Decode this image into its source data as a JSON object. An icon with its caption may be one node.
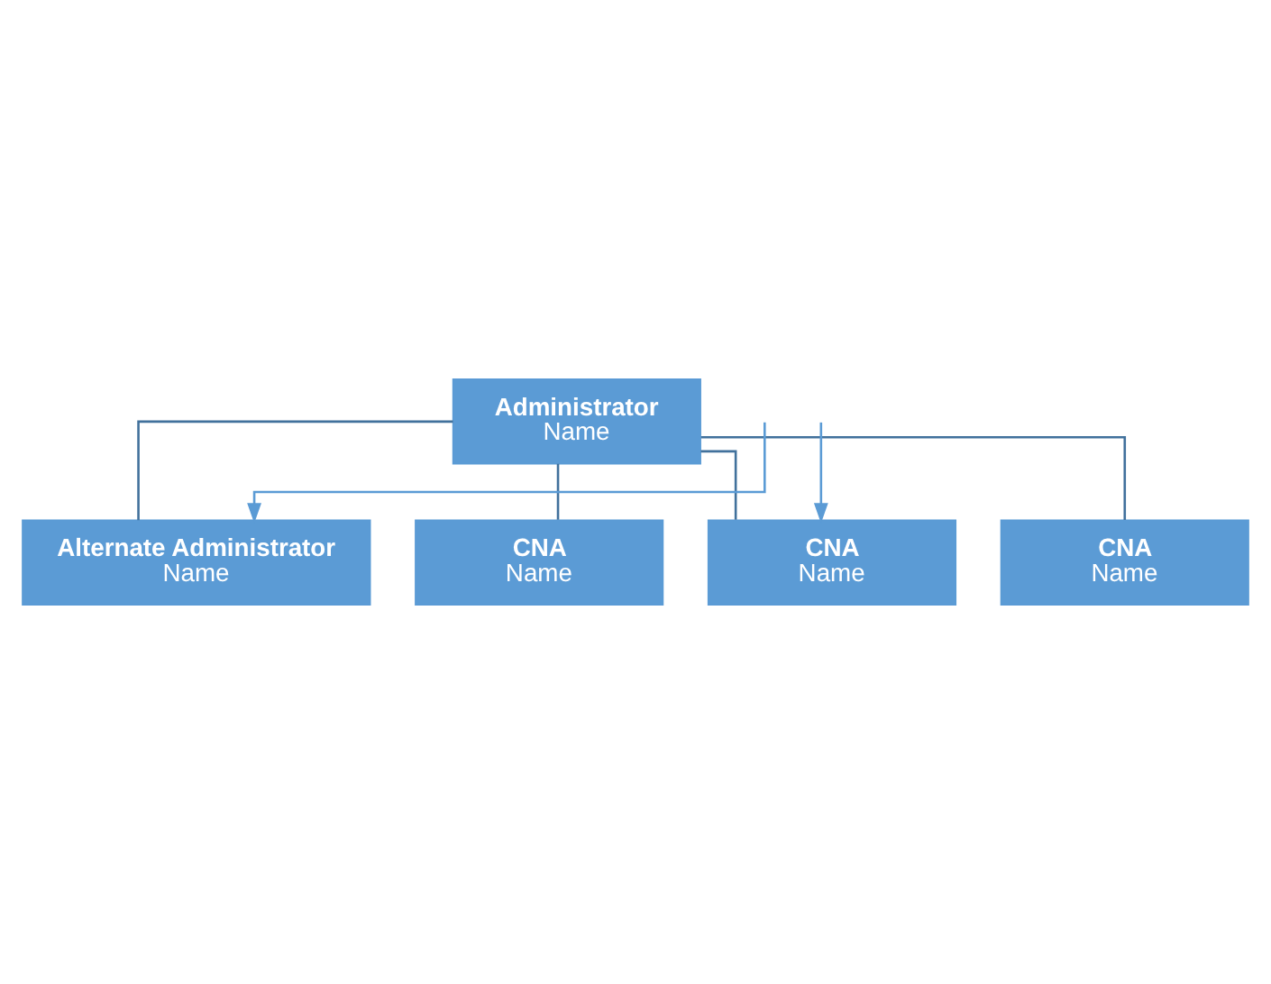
{
  "diagram": {
    "nodes": [
      {
        "text": [
          "Administrator",
          "Name"
        ]
      },
      {
        "text": [
          "Alternate Administrator",
          "Name"
        ]
      },
      {
        "text": [
          "CNA",
          "Name"
        ]
      },
      {
        "text": [
          "CNA",
          "Name"
        ]
      },
      {
        "text": [
          "CNA",
          "Name"
        ]
      }
    ],
    "edges": [
      {
        "from": 0,
        "to": 1,
        "arrow": "none"
      },
      {
        "from": 0,
        "to": 2,
        "arrow": "none"
      },
      {
        "from": 0,
        "to": 3,
        "arrow": "none"
      },
      {
        "from": 0,
        "to": 4,
        "arrow": "none"
      },
      {
        "from": null,
        "to": 1,
        "arrow": "to",
        "color": "#5b9bd5"
      },
      {
        "from": null,
        "to": 3,
        "arrow": "to",
        "color": "#5b9bd5"
      }
    ]
  }
}
